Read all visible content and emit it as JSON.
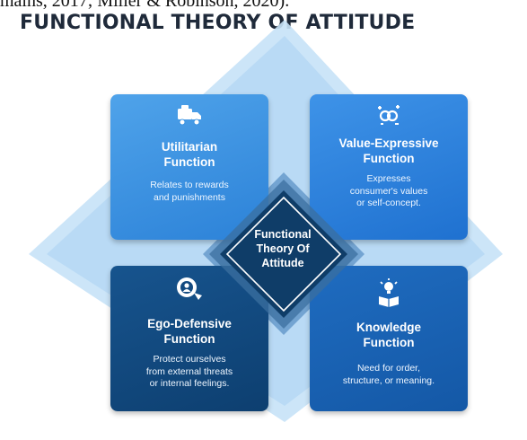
{
  "header": {
    "cut_line": "mains, 2017; Miller & Robinson, 2020).",
    "title": "FUNCTIONAL THEORY OF ATTITUDE"
  },
  "center": {
    "label_lines": [
      "Functional",
      "Theory Of",
      "Attitude"
    ]
  },
  "cards": {
    "utilitarian": {
      "icon": "truck-icon",
      "title_lines": [
        "Utilitarian",
        "Function"
      ],
      "desc_lines": [
        "Relates to rewards",
        "and punishments"
      ]
    },
    "value_expressive": {
      "icon": "values-network-icon",
      "title_lines": [
        "Value-Expressive",
        "Function"
      ],
      "desc_lines": [
        "Expresses",
        "consumer's values",
        "or self-concept."
      ]
    },
    "ego_defensive": {
      "icon": "shield-person-icon",
      "title_lines": [
        "Ego-Defensive",
        "Function"
      ],
      "desc_lines": [
        "Protect ourselves",
        "from external threats",
        "or internal feelings."
      ]
    },
    "knowledge": {
      "icon": "reading-lightbulb-icon",
      "title_lines": [
        "Knowledge",
        "Function"
      ],
      "desc_lines": [
        "Need for order,",
        "structure, or meaning."
      ]
    }
  },
  "colors": {
    "title_text": "#1f2a3a",
    "diamond_outer": "#b9dcf5",
    "diamond_mid": "#7eb8e6",
    "center_diamond": "#0f3d68",
    "utilitarian": "#3d95e3",
    "value_expressive": "#2a7fdc",
    "ego_defensive": "#134a80",
    "knowledge": "#1a63b3"
  }
}
